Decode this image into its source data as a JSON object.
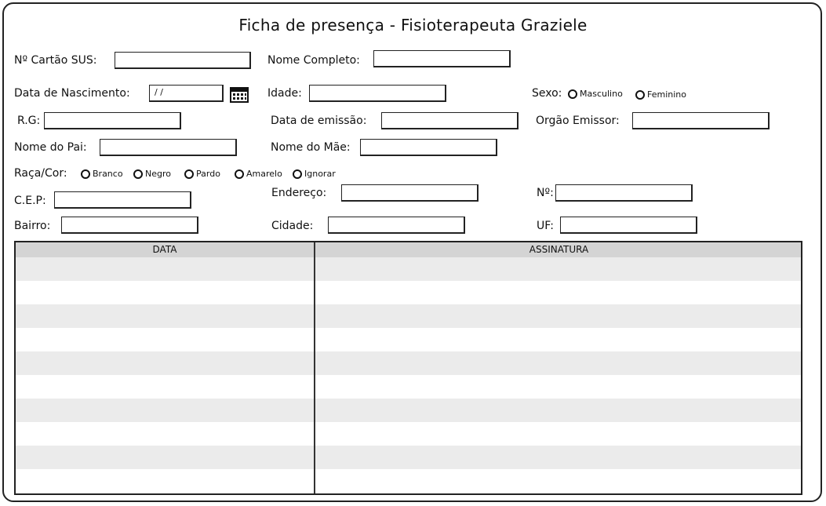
{
  "title": "Ficha de presença - Fisioterapeuta Graziele",
  "fields": {
    "cartao_sus": "Nº Cartão SUS:",
    "nome_completo": "Nome Completo:",
    "data_nascimento": "Data de Nascimento:",
    "data_nascimento_value": "/ /",
    "idade": "Idade:",
    "sexo": "Sexo:",
    "rg": "R.G:",
    "data_emissao": "Data de emissão:",
    "orgao_emissor": "Orgão Emissor:",
    "nome_pai": "Nome do Pai:",
    "nome_mae": "Nome do Mãe:",
    "raca_cor": "Raça/Cor:",
    "cep": "C.E.P:",
    "endereco": "Endereço:",
    "numero": "Nº:",
    "bairro": "Bairro:",
    "cidade": "Cidade:",
    "uf": "UF:"
  },
  "sexo_options": [
    "Masculino",
    "Feminino"
  ],
  "raca_options": [
    "Branco",
    "Negro",
    "Pardo",
    "Amarelo",
    "Ignorar"
  ],
  "table": {
    "columns": [
      "DATA",
      "ASSINATURA"
    ],
    "row_count": 10
  }
}
